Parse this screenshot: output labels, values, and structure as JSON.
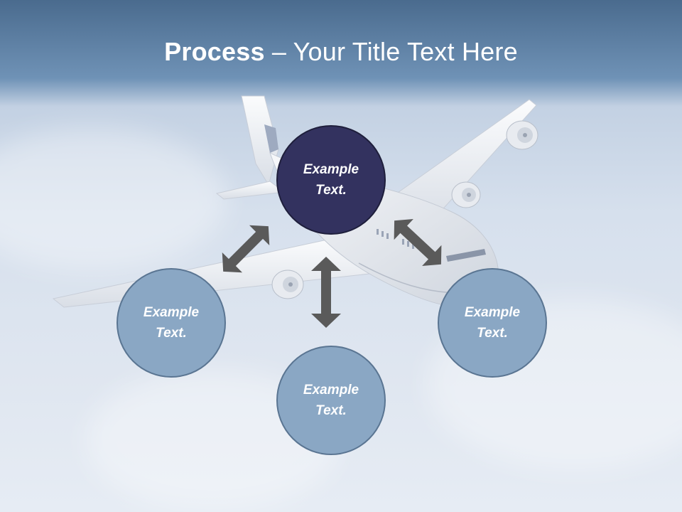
{
  "slide": {
    "title_bold": "Process",
    "title_rest": " – Your Title Text Here",
    "colors": {
      "center_fill": "#33325f",
      "outer_fill": "#8aa7c4",
      "node_border": "#5a7592",
      "arrow": "#5a5a5a"
    }
  },
  "diagram": {
    "center": {
      "label": "Example Text."
    },
    "nodes": [
      {
        "id": "left",
        "label": "Example Text."
      },
      {
        "id": "bottom",
        "label": "Example Text."
      },
      {
        "id": "right",
        "label": "Example Text."
      }
    ],
    "background_image": "airplane-in-clouds"
  }
}
